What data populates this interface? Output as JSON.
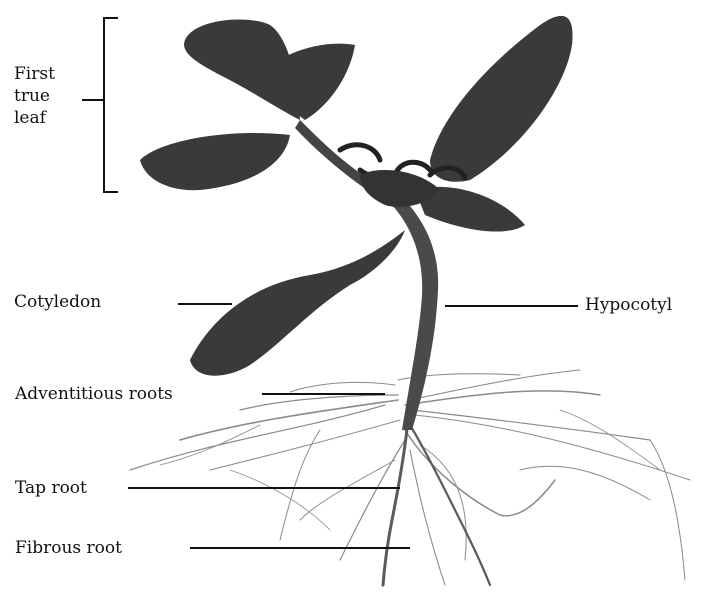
{
  "labels": {
    "first_true_leaf": "First true leaf",
    "cotyledon": "Cotyledon",
    "hypocotyl": "Hypocotyl",
    "adventitious_roots": "Adventitious roots",
    "tap_root": "Tap root",
    "fibrous_root": "Fibrous root"
  },
  "colors": {
    "leaf": "#3a3a3a",
    "stem": "#4a4a4a",
    "root": "#7a7a7a",
    "line": "#111111"
  }
}
